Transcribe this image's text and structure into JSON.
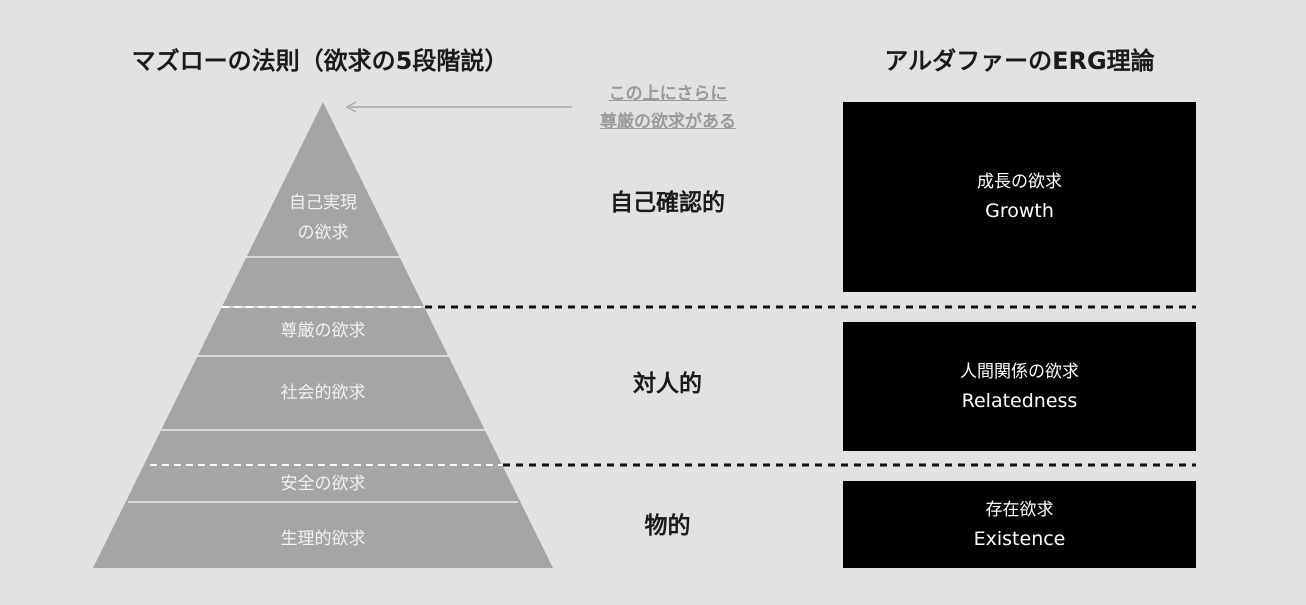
{
  "left_title": "マズローの法則（欲求の5段階説）",
  "right_title": "アルダファーのERG理論",
  "note": {
    "line1": "この上にさらに",
    "line2": "尊厳の欲求がある"
  },
  "pyramid": {
    "self_actualization": [
      "自己実現",
      "の欲求"
    ],
    "esteem": "尊厳の欲求",
    "social": "社会的欲求",
    "safety": "安全の欲求",
    "physiological": "生理的欲求"
  },
  "categories": {
    "self": "自己確認的",
    "interpersonal": "対人的",
    "physical": "物的"
  },
  "erg": {
    "growth": {
      "jp": "成長の欲求",
      "en": "Growth"
    },
    "relatedness": {
      "jp": "人間関係の欲求",
      "en": "Relatedness"
    },
    "existence": {
      "jp": "存在欲求",
      "en": "Existence"
    }
  },
  "colors": {
    "background": "#e1e2e2",
    "pyramid": "#a5a6a4",
    "box": "#000000",
    "note": "#9a9a9a"
  }
}
